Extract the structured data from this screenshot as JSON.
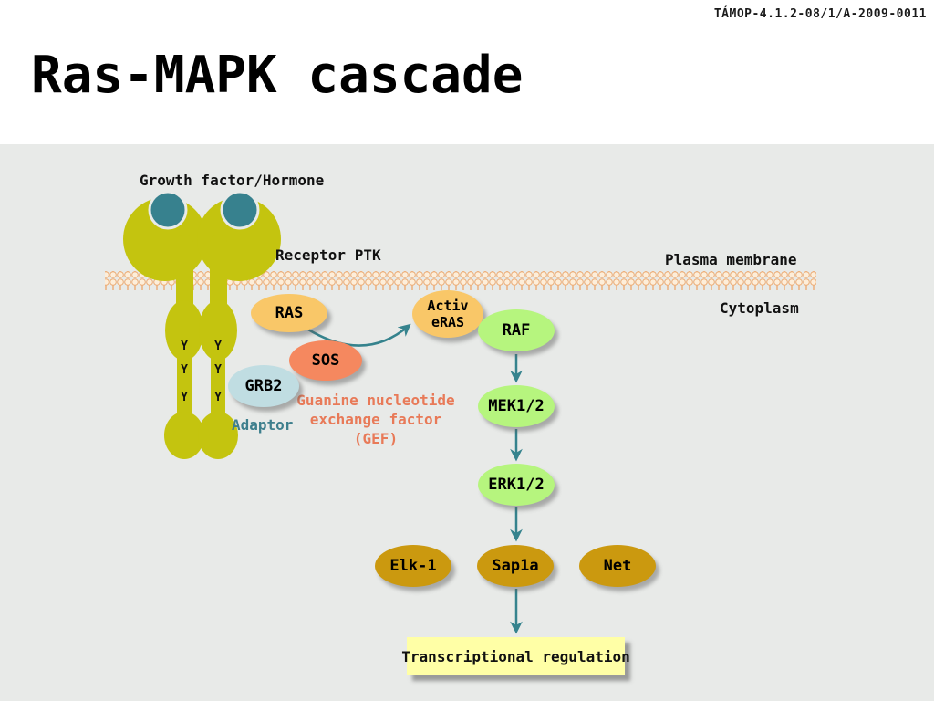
{
  "header": {
    "project_code": "TÁMOP-4.1.2-08/1/A-2009-0011",
    "title": "Ras-MAPK cascade"
  },
  "diagram": {
    "labels": {
      "growth_factor": "Growth factor/Hormone",
      "receptor_ptk": "Receptor PTK",
      "plasma_membrane": "Plasma membrane",
      "cytoplasm": "Cytoplasm",
      "adaptor": "Adaptor",
      "gef_line1": "Guanine nucleotide",
      "gef_line2": "exchange factor",
      "gef_line3": "(GEF)",
      "phospho_site": "Y"
    },
    "nodes": {
      "ras": "RAS",
      "active_ras_line1": "Activ",
      "active_ras_line2": "eRAS",
      "sos": "SOS",
      "grb2": "GRB2",
      "raf": "RAF",
      "mek": "MEK1/2",
      "erk": "ERK1/2",
      "elk1": "Elk-1",
      "sap1a": "Sap1a",
      "net": "Net"
    },
    "output_box": "Transcriptional regulation",
    "colors": {
      "background_panel": "#e8eae8",
      "receptor_olive": "#c4c40f",
      "ligand_teal": "#37818e",
      "membrane_outline": "#ecaa72",
      "membrane_fill": "#fdeeda",
      "ras_orange": "#f9c768",
      "sos_salmon": "#f5885f",
      "grb2_blue": "#c0dde2",
      "kinase_green": "#b6f57e",
      "tf_gold": "#cb990f",
      "arrow_teal": "#35838d",
      "gef_text": "#e87a58",
      "output_yellow": "#ffffa6"
    }
  }
}
